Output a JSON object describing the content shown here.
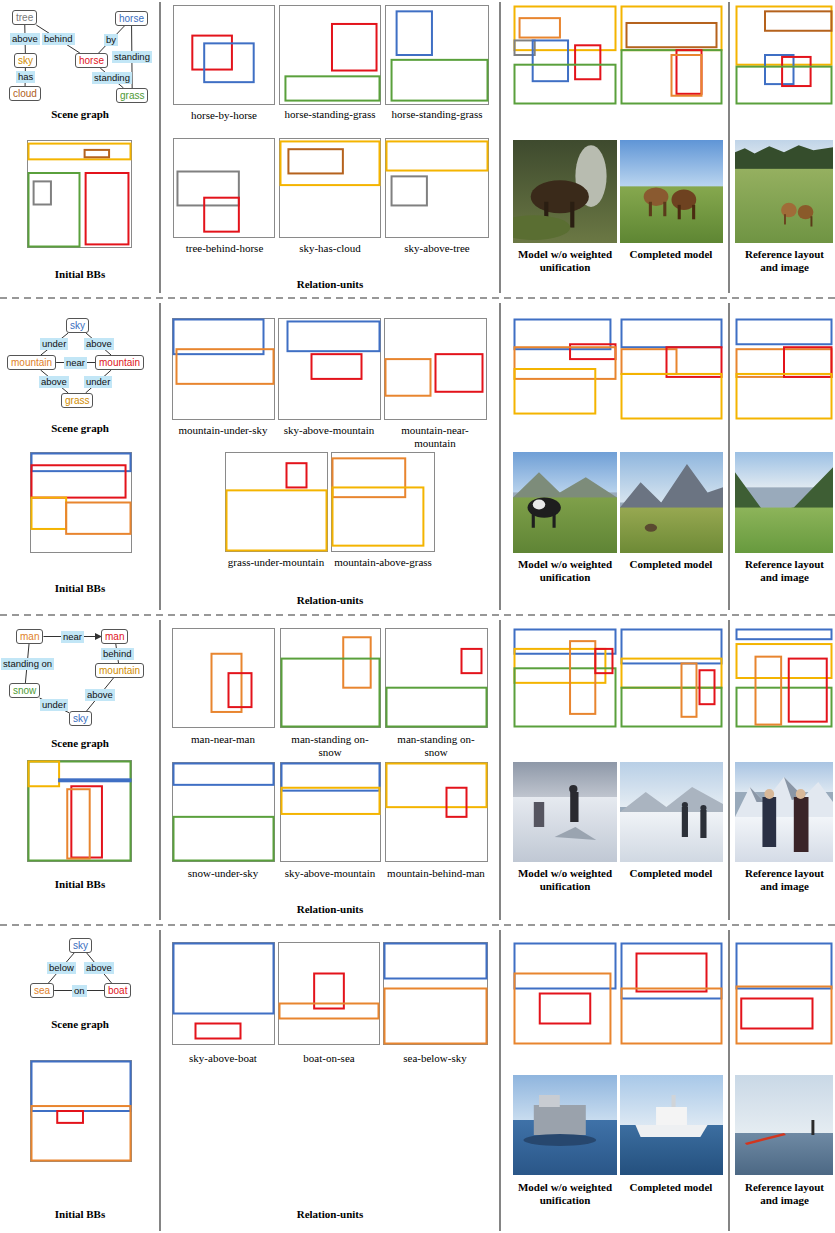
{
  "diagram": {
    "nodes": [
      {
        "text": [
          "tree"
        ]
      },
      {
        "text": [
          "horse"
        ]
      },
      {
        "text": [
          "sky"
        ]
      },
      {
        "text": [
          "horse"
        ]
      },
      {
        "text": [
          "cloud"
        ]
      },
      {
        "text": [
          "grass"
        ]
      },
      {
        "text": [
          "sky"
        ]
      },
      {
        "text": [
          "mountain"
        ]
      },
      {
        "text": [
          "mountain"
        ]
      },
      {
        "text": [
          "grass"
        ]
      },
      {
        "text": [
          "man"
        ]
      },
      {
        "text": [
          "man"
        ]
      },
      {
        "text": [
          "mountain"
        ]
      },
      {
        "text": [
          "snow"
        ]
      },
      {
        "text": [
          "sky"
        ]
      },
      {
        "text": [
          "sky"
        ]
      },
      {
        "text": [
          "sea"
        ]
      },
      {
        "text": [
          "boat"
        ]
      }
    ],
    "edges": [
      {
        "from": 2,
        "to": 0,
        "label": "above",
        "arrow": "none"
      },
      {
        "from": 0,
        "to": 3,
        "label": "behind",
        "arrow": "none"
      },
      {
        "from": 3,
        "to": 1,
        "label": "by",
        "arrow": "none"
      },
      {
        "from": 2,
        "to": 4,
        "label": "has",
        "arrow": "none"
      },
      {
        "from": 3,
        "to": 5,
        "label": "standing",
        "arrow": "none"
      },
      {
        "from": 1,
        "to": 5,
        "label": "standing",
        "arrow": "none"
      },
      {
        "from": 7,
        "to": 6,
        "label": "under",
        "arrow": "none"
      },
      {
        "from": 6,
        "to": 8,
        "label": "above",
        "arrow": "none"
      },
      {
        "from": 7,
        "to": 8,
        "label": "near",
        "arrow": "none"
      },
      {
        "from": 7,
        "to": 9,
        "label": "above",
        "arrow": "none"
      },
      {
        "from": 9,
        "to": 8,
        "label": "under",
        "arrow": "none"
      },
      {
        "from": 10,
        "to": 11,
        "label": "near",
        "arrow": "to"
      },
      {
        "from": 10,
        "to": 13,
        "label": "standing on",
        "arrow": "none"
      },
      {
        "from": 12,
        "to": 11,
        "label": "behind",
        "arrow": "none"
      },
      {
        "from": 14,
        "to": 12,
        "label": "above",
        "arrow": "none"
      },
      {
        "from": 13,
        "to": 14,
        "label": "under",
        "arrow": "none"
      },
      {
        "from": 16,
        "to": 15,
        "label": "below",
        "arrow": "none"
      },
      {
        "from": 15,
        "to": 17,
        "label": "above",
        "arrow": "none"
      },
      {
        "from": 17,
        "to": 16,
        "label": "on",
        "arrow": "none"
      }
    ],
    "labels": [
      "Scene graph",
      "Initial BBs",
      "horse-by-horse",
      "horse-standing-grass",
      "horse-standing-grass",
      "tree-behind-horse",
      "sky-has-cloud",
      "sky-above-tree",
      "Relation-units",
      "Model w/o weighted unification",
      "Completed model",
      "Reference layout and image",
      "Scene graph",
      "Initial BBs",
      "mountain-under-sky",
      "sky-above-mountain",
      "mountain-near-mountain",
      "grass-under-mountain",
      "mountain-above-grass",
      "Relation-units",
      "Model w/o weighted unification",
      "Completed model",
      "Reference layout and image",
      "Scene graph",
      "Initial BBs",
      "man-near-man",
      "man-standing on-snow",
      "man-standing on-snow",
      "snow-under-sky",
      "sky-above-mountain",
      "mountain-behind-man",
      "Relation-units",
      "Model w/o weighted unification",
      "Completed model",
      "Reference layout and image",
      "Scene graph",
      "Initial BBs",
      "sky-above-boat",
      "boat-on-sea",
      "sea-below-sky",
      "Relation-units",
      "Model w/o weighted unification",
      "Completed model",
      "Reference layout and image"
    ]
  }
}
